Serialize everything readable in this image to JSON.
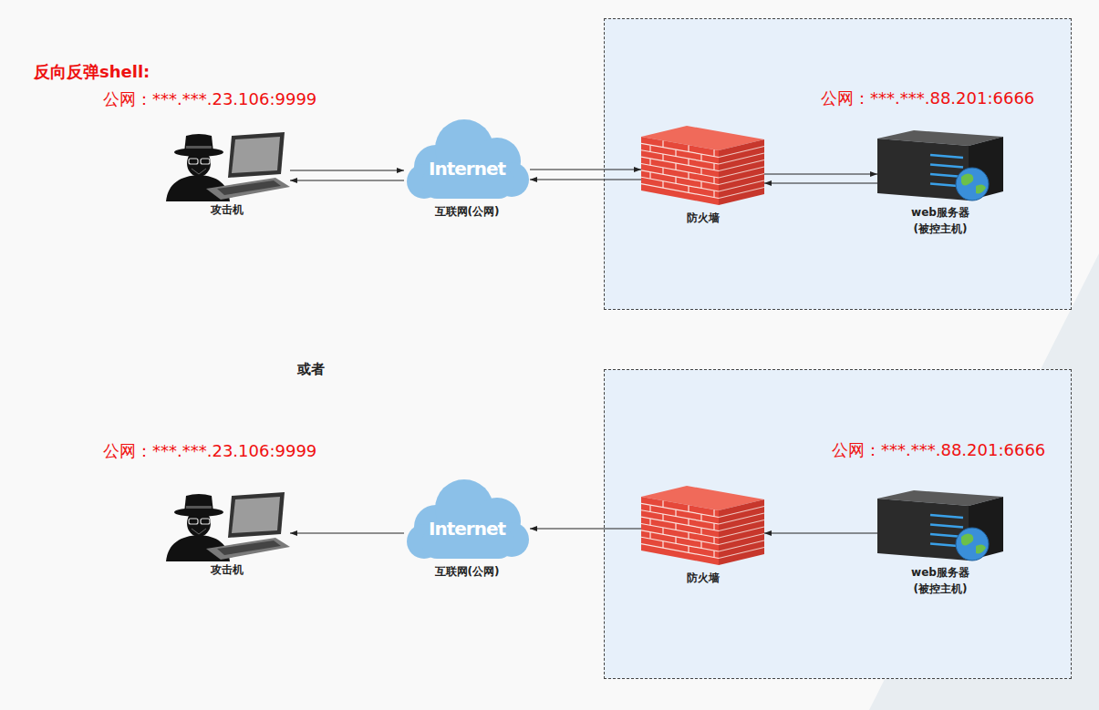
{
  "diagram": {
    "title": "反向反弹shell:",
    "nodes": [
      {
        "text": [
          "攻击机"
        ]
      },
      {
        "text": [
          "Internet",
          "互联网(公网)"
        ]
      },
      {
        "text": [
          "公网：***.***.88.201:6666"
        ]
      },
      {
        "text": [
          "防火墙"
        ],
        "in": 2
      },
      {
        "text": [
          "web服务器 (被控主机)"
        ],
        "in": 2
      },
      {
        "text": [
          "攻击机"
        ]
      },
      {
        "text": [
          "Internet",
          "互联网(公网)"
        ]
      },
      {
        "text": [
          "公网：***.***.88.201:6666"
        ]
      },
      {
        "text": [
          "防火墙"
        ],
        "in": 7
      },
      {
        "text": [
          "web服务器 (被控主机)"
        ],
        "in": 7
      }
    ],
    "edges": [
      {
        "from": 0,
        "to": 1,
        "arrow": "to"
      },
      {
        "from": 1,
        "to": 0,
        "arrow": "to"
      },
      {
        "from": 1,
        "to": 3,
        "arrow": "to"
      },
      {
        "from": 3,
        "to": 1,
        "arrow": "to"
      },
      {
        "from": 3,
        "to": 4,
        "arrow": "to"
      },
      {
        "from": 4,
        "to": 3,
        "arrow": "to"
      },
      {
        "from": 9,
        "to": 8,
        "arrow": "to"
      },
      {
        "from": 8,
        "to": 6,
        "arrow": "to"
      },
      {
        "from": 6,
        "to": 5,
        "arrow": "to"
      }
    ],
    "labels": [
      "公网：***.***.23.106:9999",
      "或者",
      "公网：***.***.23.106:9999"
    ]
  }
}
